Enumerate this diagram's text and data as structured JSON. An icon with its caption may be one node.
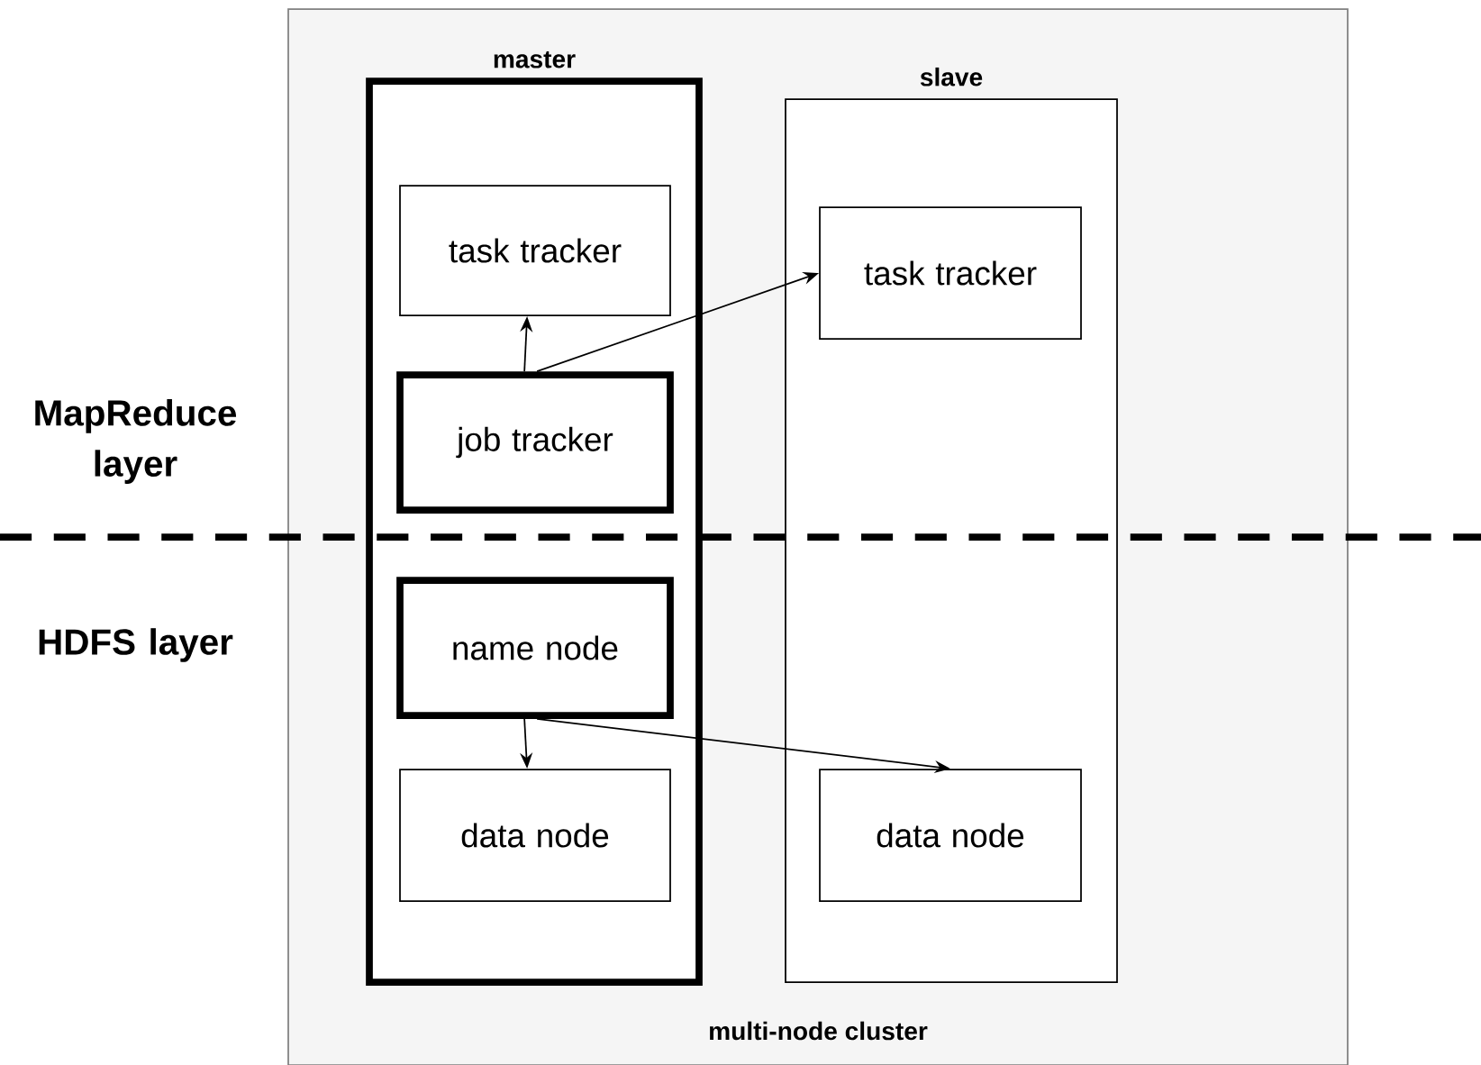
{
  "diagram": {
    "nodes": [
      {
        "text": [
          "multi-node cluster"
        ]
      },
      {
        "text": [
          "master"
        ],
        "in": 0
      },
      {
        "text": [
          "slave"
        ],
        "in": 0
      },
      {
        "text": [
          "task tracker"
        ],
        "in": 1
      },
      {
        "text": [
          "job tracker"
        ],
        "in": 1
      },
      {
        "text": [
          "name node"
        ],
        "in": 1
      },
      {
        "text": [
          "data node"
        ],
        "in": 1
      },
      {
        "text": [
          "task tracker"
        ],
        "in": 2
      },
      {
        "text": [
          "data node"
        ],
        "in": 2
      }
    ],
    "edges": [
      {
        "from": 4,
        "to": 3,
        "arrow": "to"
      },
      {
        "from": 4,
        "to": 7,
        "arrow": "to"
      },
      {
        "from": 5,
        "to": 6,
        "arrow": "to"
      },
      {
        "from": 5,
        "to": 8,
        "arrow": "to"
      }
    ],
    "labels": [
      "MapReduce layer",
      "HDFS layer"
    ]
  }
}
